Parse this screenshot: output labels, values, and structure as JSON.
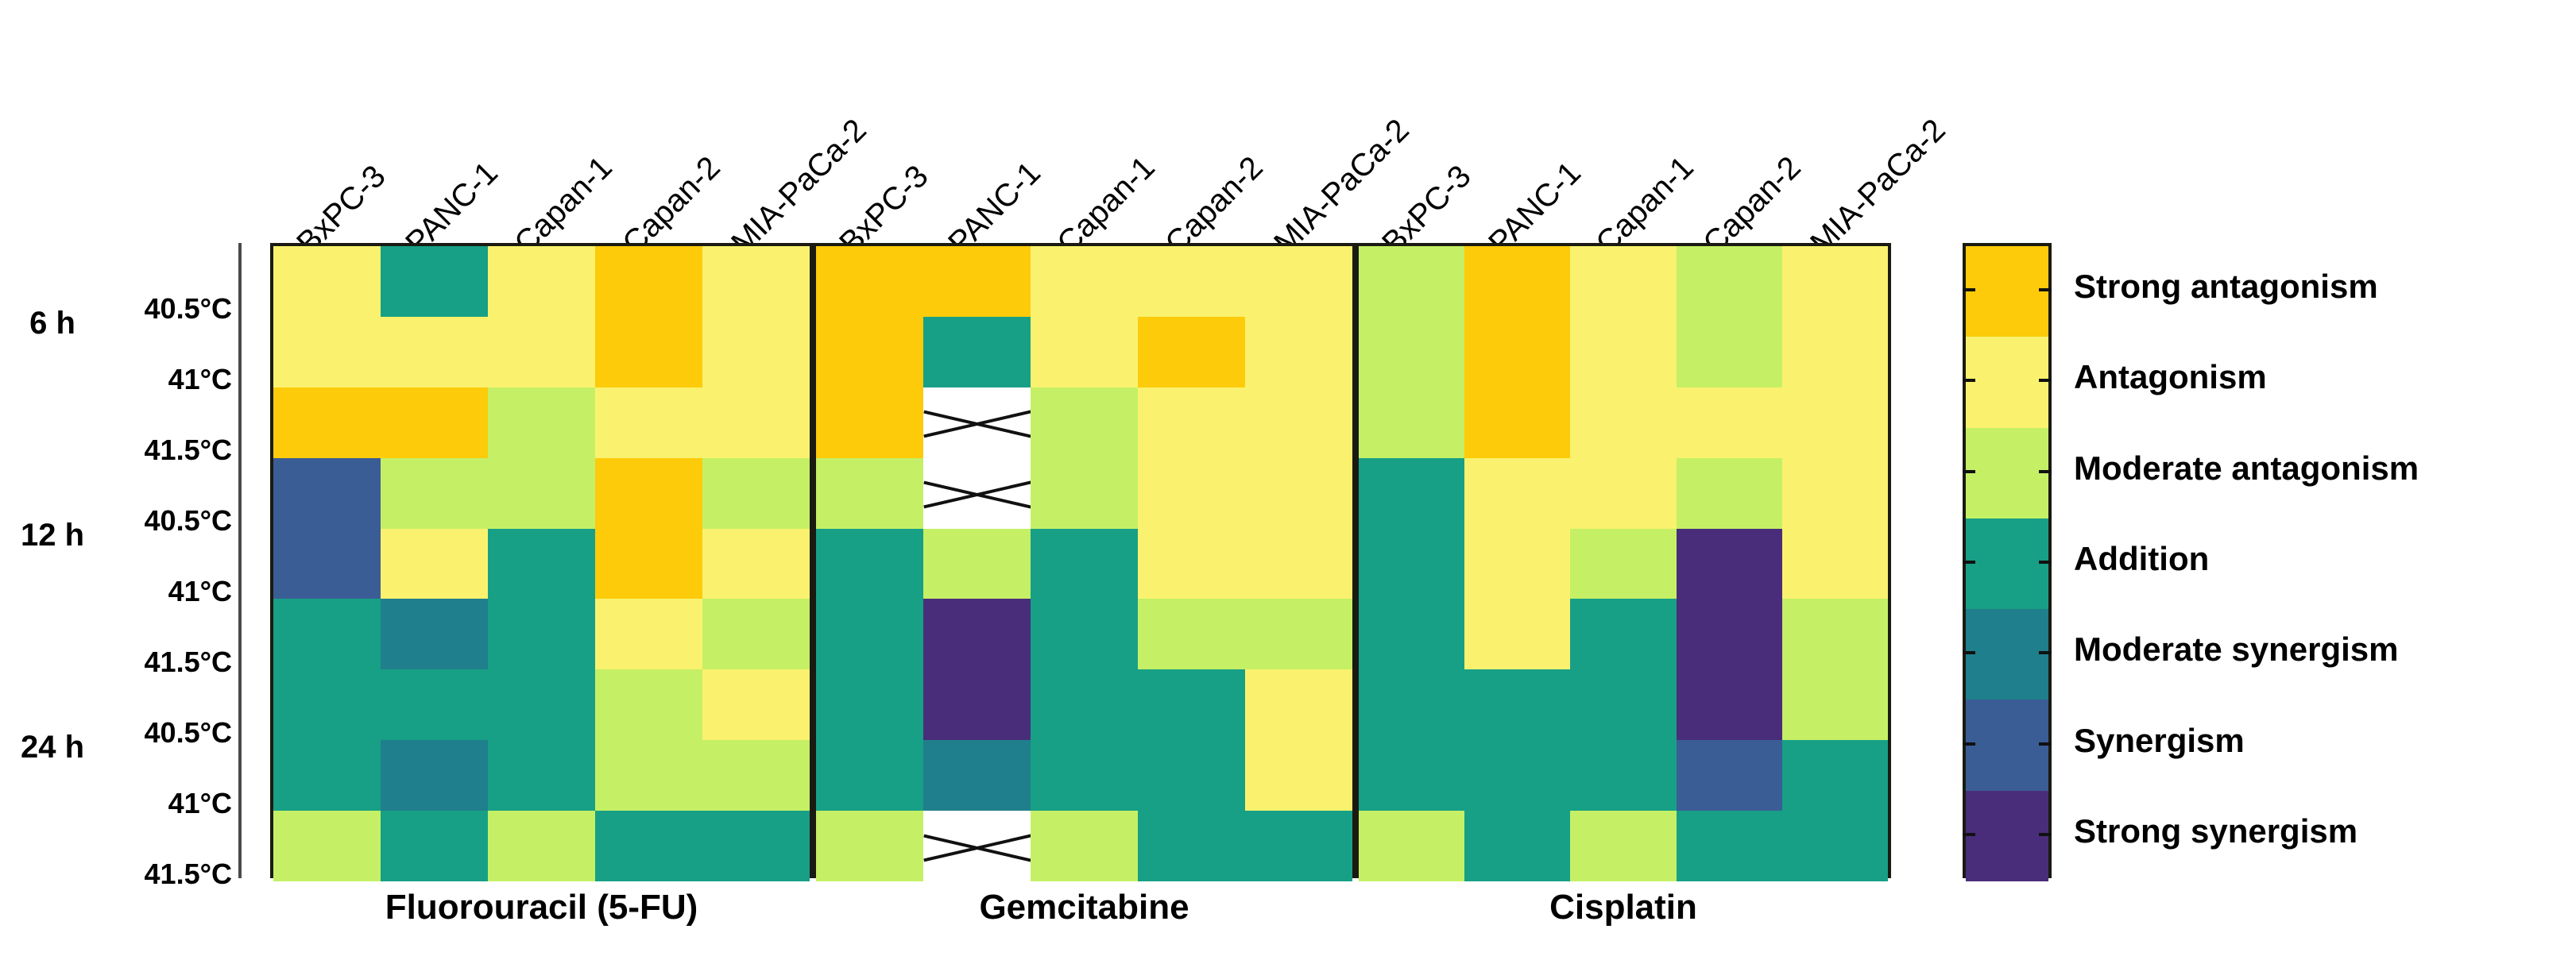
{
  "figure": {
    "row_groups": [
      {
        "label": "6 h"
      },
      {
        "label": "12 h"
      },
      {
        "label": "24 h"
      }
    ],
    "temperatures": [
      "40.5°C",
      "41°C",
      "41.5°C"
    ],
    "row_labels": [
      "40.5°C",
      "41°C",
      "41.5°C",
      "40.5°C",
      "41°C",
      "41.5°C",
      "40.5°C",
      "41°C",
      "41.5°C"
    ],
    "cell_lines": [
      "BxPC-3",
      "PANC-1",
      "Capan-1",
      "Capan-2",
      "MIA-PaCa-2"
    ],
    "drugs": [
      "Fluorouracil (5-FU)",
      "Gemcitabine",
      "Cisplatin"
    ]
  },
  "legend": {
    "title": "",
    "entries": [
      {
        "label": "Strong antagonism",
        "color": "#FDCB0A"
      },
      {
        "label": "Antagonism",
        "color": "#FAF26E"
      },
      {
        "label": "Moderate antagonism",
        "color": "#C5F065"
      },
      {
        "label": "Addition",
        "color": "#17A086"
      },
      {
        "label": "Moderate synergism",
        "color": "#1F7F8C"
      },
      {
        "label": "Synergism",
        "color": "#3B5D96"
      },
      {
        "label": "Strong synergism",
        "color": "#4A2D7A"
      }
    ]
  },
  "chart_data": {
    "type": "heatmap",
    "title": "",
    "xlabel": "",
    "ylabel": "",
    "grid": false,
    "legend_position": "right",
    "x_groups": [
      "Fluorouracil (5-FU)",
      "Gemcitabine",
      "Cisplatin"
    ],
    "x_categories": [
      "BxPC-3",
      "PANC-1",
      "Capan-1",
      "Capan-2",
      "MIA-PaCa-2"
    ],
    "y_groups": [
      "6 h",
      "12 h",
      "24 h"
    ],
    "y_categories": [
      "40.5°C",
      "41°C",
      "41.5°C"
    ],
    "value_scale": [
      "Strong antagonism",
      "Antagonism",
      "Moderate antagonism",
      "Addition",
      "Moderate synergism",
      "Synergism",
      "Strong synergism"
    ],
    "color_map": {
      "Strong antagonism": "#FDCB0A",
      "Antagonism": "#FAF26E",
      "Moderate antagonism": "#C5F065",
      "Addition": "#17A086",
      "Moderate synergism": "#1F7F8C",
      "Synergism": "#3B5D96",
      "Strong synergism": "#4A2D7A",
      "N/A": "#FFFFFF"
    },
    "blocks": [
      {
        "drug": "Fluorouracil (5-FU)",
        "rows": [
          {
            "time": "6 h",
            "temp": "40.5°C",
            "values": [
              "Antagonism",
              "Addition",
              "Antagonism",
              "Strong antagonism",
              "Antagonism"
            ]
          },
          {
            "time": "6 h",
            "temp": "41°C",
            "values": [
              "Antagonism",
              "Antagonism",
              "Antagonism",
              "Strong antagonism",
              "Antagonism"
            ]
          },
          {
            "time": "6 h",
            "temp": "41.5°C",
            "values": [
              "Strong antagonism",
              "Strong antagonism",
              "Moderate antagonism",
              "Antagonism",
              "Antagonism"
            ]
          },
          {
            "time": "12 h",
            "temp": "40.5°C",
            "values": [
              "Synergism",
              "Moderate antagonism",
              "Moderate antagonism",
              "Strong antagonism",
              "Moderate antagonism"
            ]
          },
          {
            "time": "12 h",
            "temp": "41°C",
            "values": [
              "Synergism",
              "Antagonism",
              "Addition",
              "Strong antagonism",
              "Antagonism"
            ]
          },
          {
            "time": "12 h",
            "temp": "41.5°C",
            "values": [
              "Addition",
              "Moderate synergism",
              "Addition",
              "Antagonism",
              "Moderate antagonism"
            ]
          },
          {
            "time": "24 h",
            "temp": "40.5°C",
            "values": [
              "Addition",
              "Addition",
              "Addition",
              "Moderate antagonism",
              "Antagonism"
            ]
          },
          {
            "time": "24 h",
            "temp": "41°C",
            "values": [
              "Addition",
              "Moderate synergism",
              "Addition",
              "Moderate antagonism",
              "Moderate antagonism"
            ]
          },
          {
            "time": "24 h",
            "temp": "41.5°C",
            "values": [
              "Moderate antagonism",
              "Addition",
              "Moderate antagonism",
              "Addition",
              "Addition"
            ]
          }
        ]
      },
      {
        "drug": "Gemcitabine",
        "rows": [
          {
            "time": "6 h",
            "temp": "40.5°C",
            "values": [
              "Strong antagonism",
              "Strong antagonism",
              "Antagonism",
              "Antagonism",
              "Antagonism"
            ]
          },
          {
            "time": "6 h",
            "temp": "41°C",
            "values": [
              "Strong antagonism",
              "Addition",
              "Antagonism",
              "Strong antagonism",
              "Antagonism"
            ]
          },
          {
            "time": "6 h",
            "temp": "41.5°C",
            "values": [
              "Strong antagonism",
              "N/A",
              "Moderate antagonism",
              "Antagonism",
              "Antagonism"
            ]
          },
          {
            "time": "12 h",
            "temp": "40.5°C",
            "values": [
              "Moderate antagonism",
              "N/A",
              "Moderate antagonism",
              "Antagonism",
              "Antagonism"
            ]
          },
          {
            "time": "12 h",
            "temp": "41°C",
            "values": [
              "Addition",
              "Moderate antagonism",
              "Addition",
              "Antagonism",
              "Antagonism"
            ]
          },
          {
            "time": "12 h",
            "temp": "41.5°C",
            "values": [
              "Addition",
              "Strong synergism",
              "Addition",
              "Moderate antagonism",
              "Moderate antagonism"
            ]
          },
          {
            "time": "24 h",
            "temp": "40.5°C",
            "values": [
              "Addition",
              "Strong synergism",
              "Addition",
              "Addition",
              "Antagonism"
            ]
          },
          {
            "time": "24 h",
            "temp": "41°C",
            "values": [
              "Addition",
              "Moderate synergism",
              "Addition",
              "Addition",
              "Antagonism"
            ]
          },
          {
            "time": "24 h",
            "temp": "41.5°C",
            "values": [
              "Moderate antagonism",
              "N/A",
              "Moderate antagonism",
              "Addition",
              "Addition"
            ]
          }
        ]
      },
      {
        "drug": "Cisplatin",
        "rows": [
          {
            "time": "6 h",
            "temp": "40.5°C",
            "values": [
              "Moderate antagonism",
              "Strong antagonism",
              "Antagonism",
              "Moderate antagonism",
              "Antagonism"
            ]
          },
          {
            "time": "6 h",
            "temp": "41°C",
            "values": [
              "Moderate antagonism",
              "Strong antagonism",
              "Antagonism",
              "Moderate antagonism",
              "Antagonism"
            ]
          },
          {
            "time": "6 h",
            "temp": "41.5°C",
            "values": [
              "Moderate antagonism",
              "Strong antagonism",
              "Antagonism",
              "Antagonism",
              "Antagonism"
            ]
          },
          {
            "time": "12 h",
            "temp": "40.5°C",
            "values": [
              "Addition",
              "Antagonism",
              "Antagonism",
              "Moderate antagonism",
              "Antagonism"
            ]
          },
          {
            "time": "12 h",
            "temp": "41°C",
            "values": [
              "Addition",
              "Antagonism",
              "Moderate antagonism",
              "Strong synergism",
              "Antagonism"
            ]
          },
          {
            "time": "12 h",
            "temp": "41.5°C",
            "values": [
              "Addition",
              "Antagonism",
              "Addition",
              "Strong synergism",
              "Moderate antagonism"
            ]
          },
          {
            "time": "24 h",
            "temp": "40.5°C",
            "values": [
              "Addition",
              "Addition",
              "Addition",
              "Strong synergism",
              "Moderate antagonism"
            ]
          },
          {
            "time": "24 h",
            "temp": "41°C",
            "values": [
              "Addition",
              "Addition",
              "Addition",
              "Synergism",
              "Addition"
            ]
          },
          {
            "time": "24 h",
            "temp": "41.5°C",
            "values": [
              "Moderate antagonism",
              "Addition",
              "Moderate antagonism",
              "Addition",
              "Addition"
            ]
          }
        ]
      }
    ]
  }
}
